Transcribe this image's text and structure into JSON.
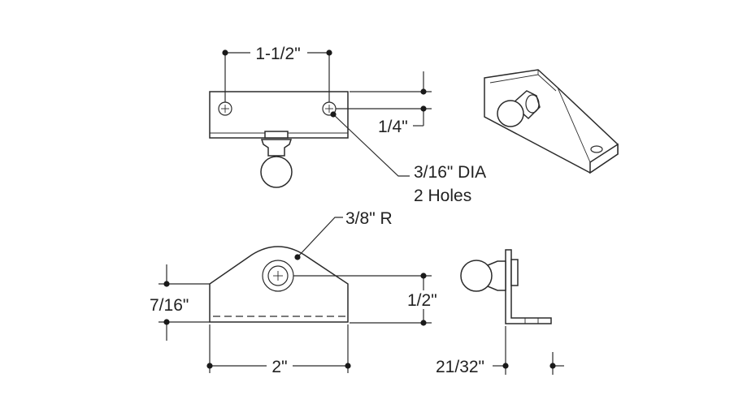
{
  "dimensions": {
    "hole_spacing": "1-1/2\"",
    "hole_offset": "1/4\"",
    "hole_note_line1": "3/16\" DIA",
    "hole_note_line2": "2 Holes",
    "radius": "3/8\" R",
    "height": "7/16\"",
    "stud_height": "1/2\"",
    "width": "2\"",
    "depth": "21/32\""
  },
  "colors": {
    "line": "#2b2b2b",
    "text": "#222222",
    "background": "#ffffff"
  }
}
